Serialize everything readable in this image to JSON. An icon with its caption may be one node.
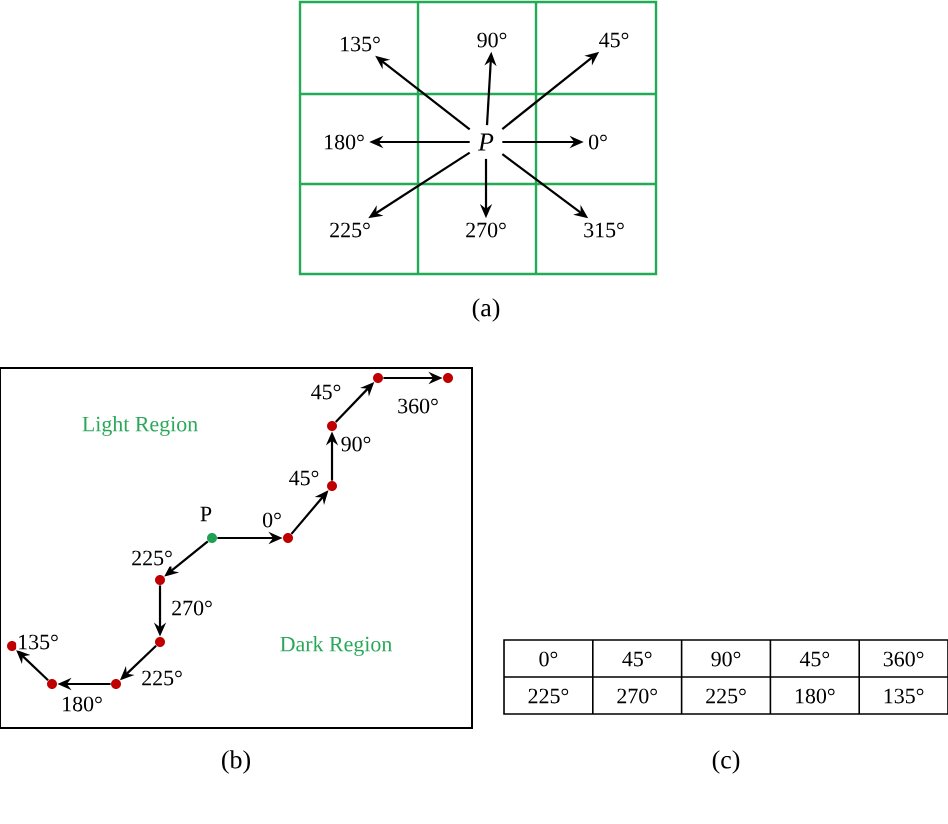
{
  "diagram": {
    "nodes": [
      {
        "text": [
          "P"
        ]
      },
      {
        "text": [
          "135°"
        ]
      },
      {
        "text": [
          "90°"
        ]
      },
      {
        "text": [
          "45°"
        ]
      },
      {
        "text": [
          "180°"
        ]
      },
      {
        "text": [
          "0°"
        ]
      },
      {
        "text": [
          "225°"
        ]
      },
      {
        "text": [
          "270°"
        ]
      },
      {
        "text": [
          "315°"
        ]
      },
      {
        "text": [
          "Light Region",
          "Dark Region"
        ]
      },
      {
        "text": [],
        "shape": "circle",
        "in": 9
      },
      {
        "text": [],
        "shape": "circle",
        "in": 9
      },
      {
        "text": [],
        "shape": "circle",
        "in": 9
      },
      {
        "text": [],
        "shape": "circle",
        "in": 9
      },
      {
        "text": [],
        "shape": "circle",
        "in": 9
      },
      {
        "text": [],
        "shape": "circle",
        "in": 9,
        "beside": [
          "P"
        ]
      },
      {
        "text": [],
        "shape": "circle",
        "in": 9
      },
      {
        "text": [],
        "shape": "circle",
        "in": 9
      },
      {
        "text": [],
        "shape": "circle",
        "in": 9
      },
      {
        "text": [],
        "shape": "circle",
        "in": 9
      },
      {
        "text": [],
        "shape": "circle",
        "in": 9
      }
    ],
    "edges": [
      {
        "from": 0,
        "to": 1,
        "arrow": "to"
      },
      {
        "from": 0,
        "to": 2,
        "arrow": "to"
      },
      {
        "from": 0,
        "to": 3,
        "arrow": "to"
      },
      {
        "from": 0,
        "to": 4,
        "arrow": "to"
      },
      {
        "from": 0,
        "to": 5,
        "arrow": "to"
      },
      {
        "from": 0,
        "to": 6,
        "arrow": "to"
      },
      {
        "from": 0,
        "to": 7,
        "arrow": "to"
      },
      {
        "from": 0,
        "to": 8,
        "arrow": "to"
      },
      {
        "from": 15,
        "to": 16,
        "arrow": "to",
        "label": "0°"
      },
      {
        "from": 16,
        "to": 18,
        "arrow": "to",
        "label": "45°"
      },
      {
        "from": 18,
        "to": 17,
        "arrow": "to",
        "label": "90°"
      },
      {
        "from": 17,
        "to": 19,
        "arrow": "to",
        "label": "45°"
      },
      {
        "from": 19,
        "to": 20,
        "arrow": "to",
        "label": "360°"
      },
      {
        "from": 15,
        "to": 13,
        "arrow": "to",
        "label": "225°"
      },
      {
        "from": 13,
        "to": 14,
        "arrow": "to",
        "label": "270°"
      },
      {
        "from": 14,
        "to": 12,
        "arrow": "to",
        "label": "225°"
      },
      {
        "from": 12,
        "to": 11,
        "arrow": "to",
        "label": "180°"
      },
      {
        "from": 11,
        "to": 10,
        "arrow": "to",
        "label": "135°"
      }
    ],
    "labels": [
      "(a)",
      "0°",
      "45°",
      "90°",
      "45°",
      "360°",
      "225°",
      "270°",
      "225°",
      "180°",
      "135°",
      "(b)",
      "(c)"
    ]
  }
}
